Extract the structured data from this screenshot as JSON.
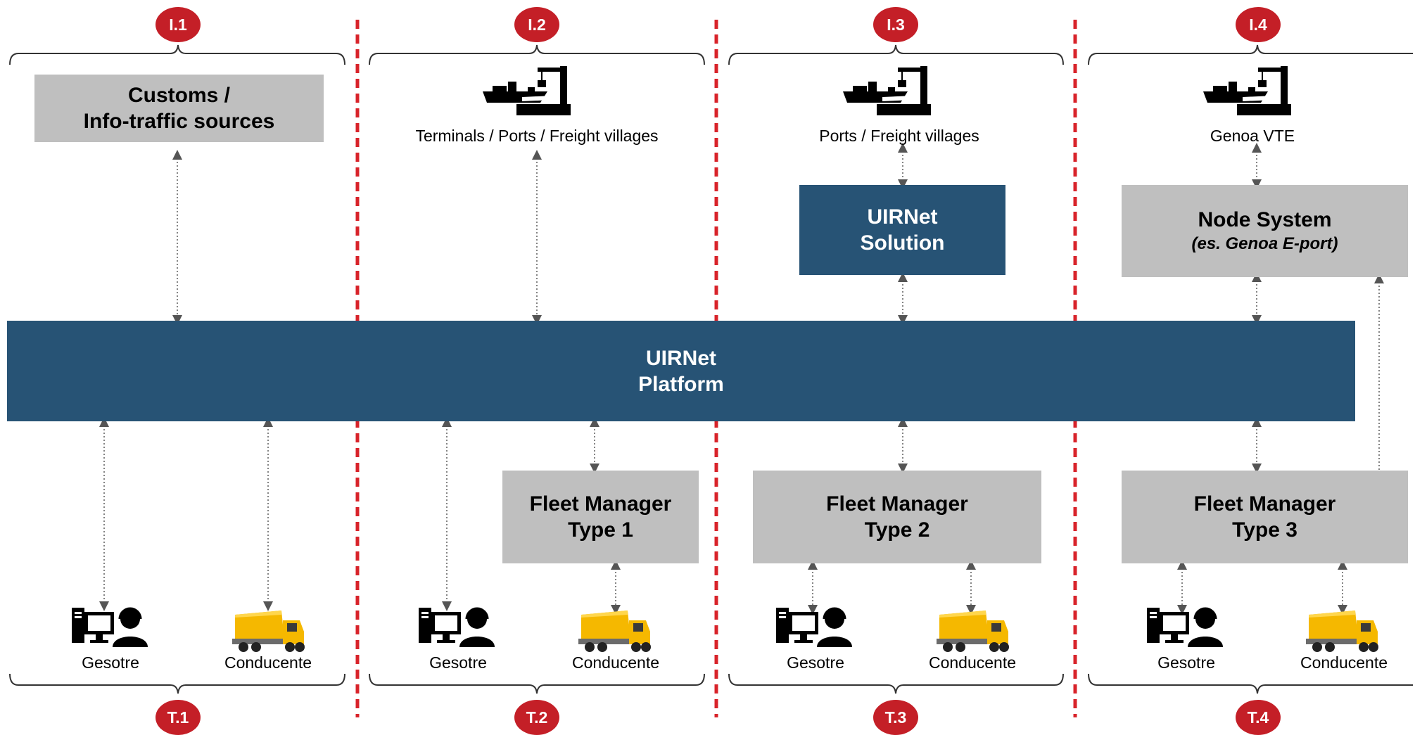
{
  "colors": {
    "badge": "#c41f27",
    "separator": "#d8232a",
    "blue_box": "#275375",
    "gray_box": "#bfbfbf",
    "arrow": "#555555"
  },
  "badges_top": [
    "I.1",
    "I.2",
    "I.3",
    "I.4"
  ],
  "badges_bottom": [
    "T.1",
    "T.2",
    "T.3",
    "T.4"
  ],
  "customs_box": {
    "line1": "Customs /",
    "line2": "Info-traffic sources"
  },
  "terminals_label": "Terminals / Ports / Freight villages",
  "ports_label": "Ports / Freight villages",
  "genoa_label": "Genoa VTE",
  "uirnet_solution": {
    "line1": "UIRNet",
    "line2": "Solution"
  },
  "node_system": {
    "line1": "Node System",
    "line2": "(es. Genoa E-port)"
  },
  "platform": {
    "line1": "UIRNet",
    "line2": "Platform"
  },
  "fleet_manager_1": {
    "line1": "Fleet Manager",
    "line2": "Type 1"
  },
  "fleet_manager_2": {
    "line1": "Fleet Manager",
    "line2": "Type 2"
  },
  "fleet_manager_3": {
    "line1": "Fleet Manager",
    "line2": "Type 3"
  },
  "actors": {
    "gesotre": "Gesotre",
    "conducente": "Conducente"
  },
  "icons": [
    "ship-crane-icon",
    "operator-computer-icon",
    "truck-icon"
  ]
}
